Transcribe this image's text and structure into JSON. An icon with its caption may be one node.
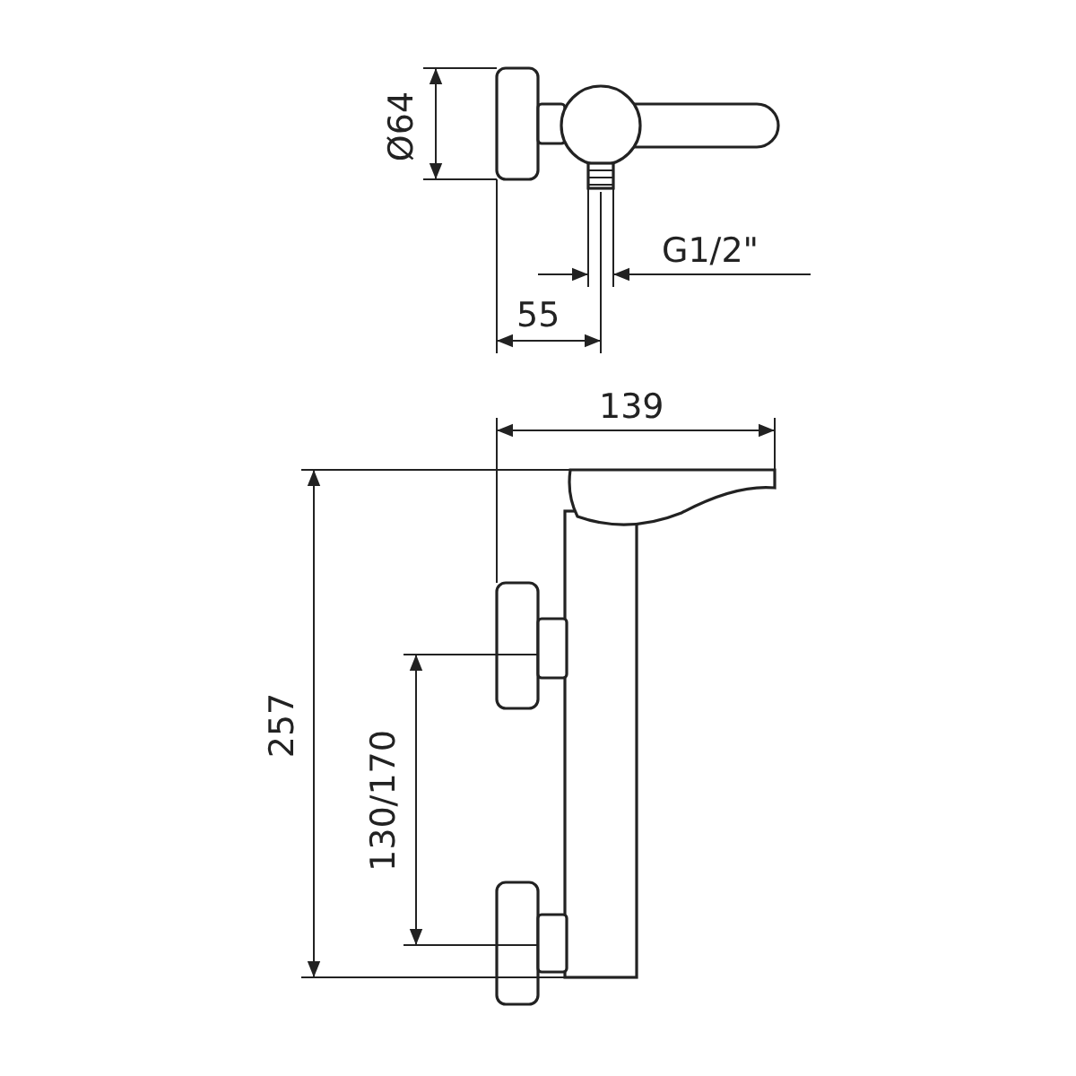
{
  "diagram": {
    "labels": [
      "Ø64",
      "G1/2\"",
      "55",
      "139",
      "257",
      "130/170"
    ]
  }
}
